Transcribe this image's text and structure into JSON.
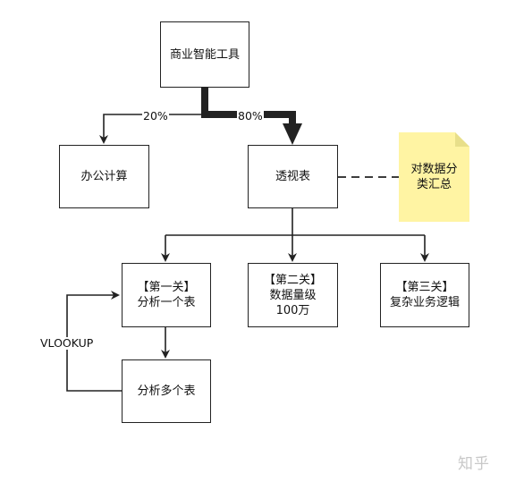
{
  "nodes": {
    "bi_tools": "商业智能工具",
    "office": "办公计算",
    "pivot": "透视表",
    "level1": {
      "line1": "【第一关】",
      "line2": "分析一个表"
    },
    "level2": {
      "line1": "【第二关】",
      "line2": "数据量级",
      "line3": "100万"
    },
    "level3": {
      "line1": "【第三关】",
      "line2": "复杂业务逻辑"
    },
    "multi_table": "分析多个表"
  },
  "note": {
    "line1": "对数据分",
    "line2": "类汇总",
    "color": "#fff4a3",
    "fold_color": "#e8df8a"
  },
  "edges": {
    "to_office_pct": "20%",
    "to_pivot_pct": "80%",
    "vlookup": "VLOOKUP"
  },
  "watermark": "知乎"
}
